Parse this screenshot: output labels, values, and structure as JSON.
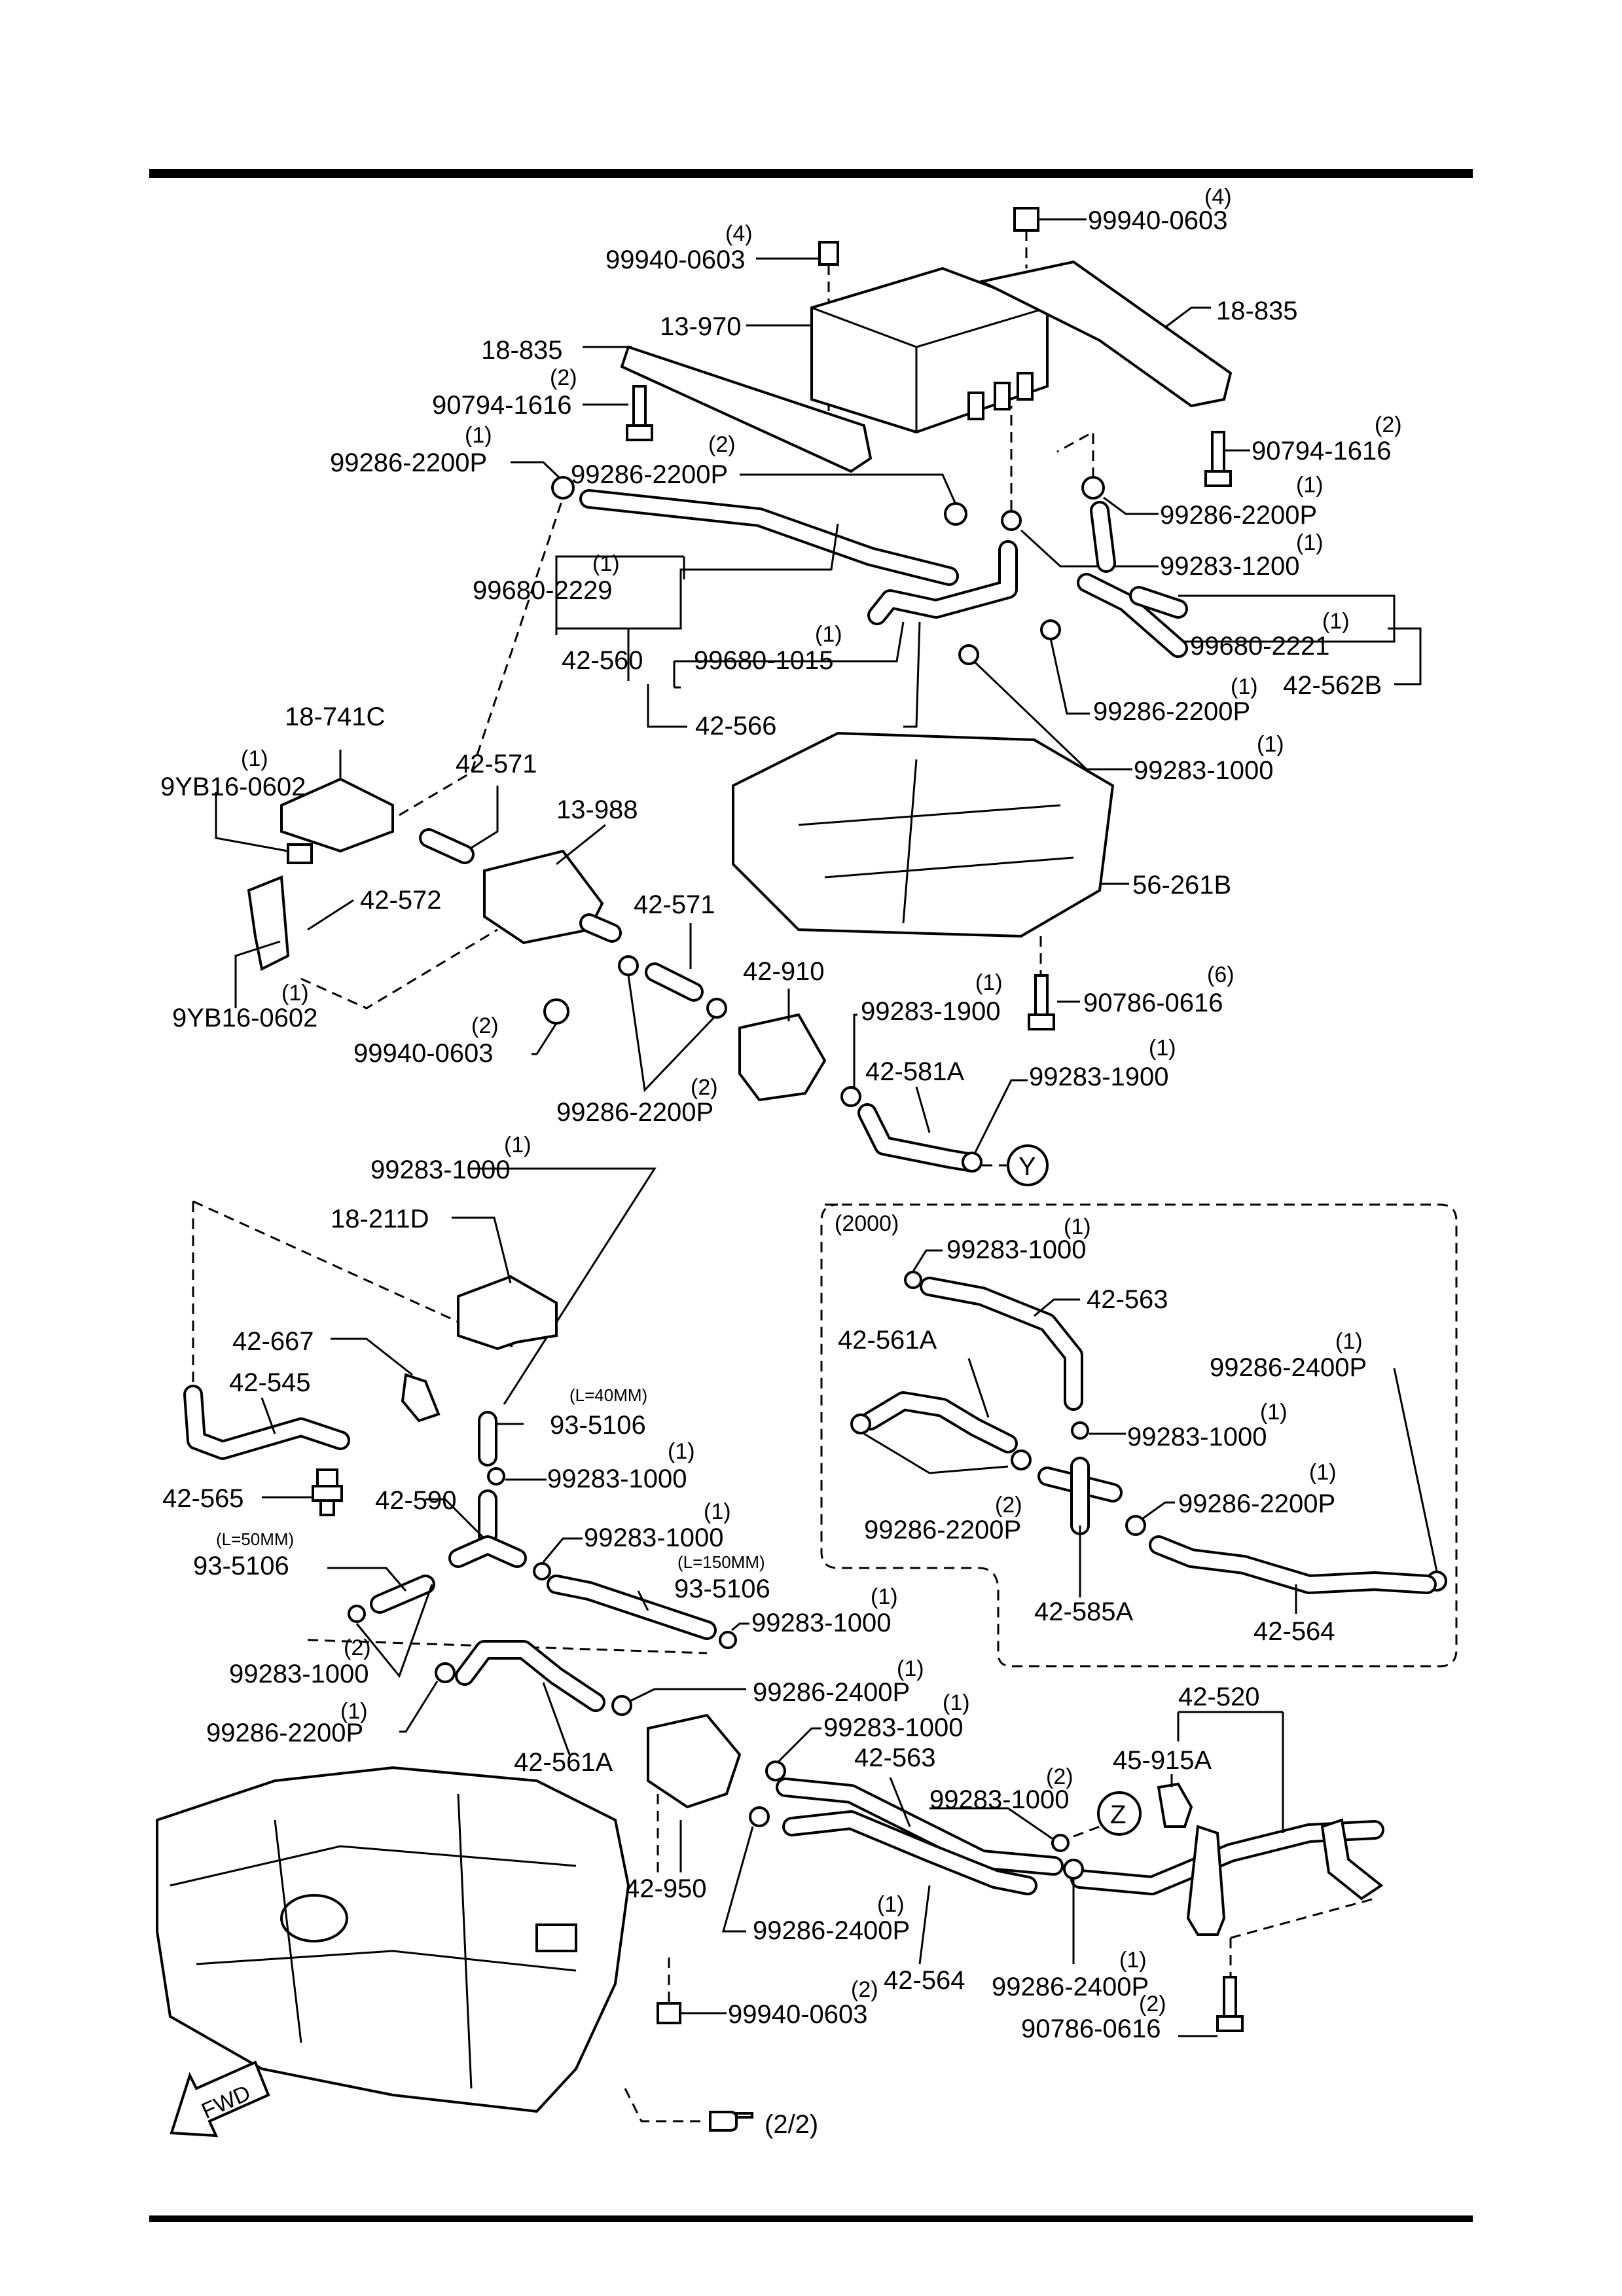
{
  "labels": {
    "nut_top": "99940-0603",
    "nut_top_qty": "(4)",
    "nut_topright": "99940-0603",
    "nut_topright_qty": "(4)",
    "canister": "13-970",
    "bracket_l": "18-835",
    "bracket_r": "18-835",
    "bolt_l": "90794-1616",
    "bolt_l_qty": "(2)",
    "bolt_r": "90794-1616",
    "bolt_r_qty": "(2)",
    "clip_a": "99286-2200P",
    "clip_a_qty": "(1)",
    "clip_b": "99286-2200P",
    "clip_b_qty": "(2)",
    "clip_c": "99286-2200P",
    "clip_c_qty": "(1)",
    "clamp_1200": "99283-1200",
    "clamp_1200_qty": "(1)",
    "hose_2229": "99680-2229",
    "hose_2229_qty": "(1)",
    "hose_560": "42-560",
    "hose_1015": "99680-1015",
    "hose_1015_qty": "(1)",
    "hose_566": "42-566",
    "hose_2221": "99680-2221",
    "hose_2221_qty": "(1)",
    "hose_562b": "42-562B",
    "clip_d": "99286-2200P",
    "clip_d_qty": "(1)",
    "clamp_1000a": "99283-1000",
    "clamp_1000a_qty": "(1)",
    "valve_741c": "18-741C",
    "nut_9yb_a": "9YB16-0602",
    "nut_9yb_a_qty": "(1)",
    "hose_571a": "42-571",
    "filter_988": "13-988",
    "guard_261b": "56-261B",
    "bracket_572": "42-572",
    "hose_571b": "42-571",
    "nut_9yb_b": "9YB16-0602",
    "nut_9yb_b_qty": "(1)",
    "valve_910": "42-910",
    "clamp_1900a": "99283-1900",
    "clamp_1900a_qty": "(1)",
    "bolt_616a": "90786-0616",
    "bolt_616a_qty": "(6)",
    "nut_0603b": "99940-0603",
    "nut_0603b_qty": "(2)",
    "hose_581a": "42-581A",
    "clamp_1900b": "99283-1900",
    "clamp_1900b_qty": "(1)",
    "clip_e": "99286-2200P",
    "clip_e_qty": "(2)",
    "ref_y": "Y",
    "clamp_1000b": "99283-1000",
    "clamp_1000b_qty": "(1)",
    "valve_211d": "18-211D",
    "bracket_667": "42-667",
    "hose_545": "42-545",
    "hose_5106a": "93-5106",
    "hose_5106a_len": "(L=40MM)",
    "hose_565": "42-565",
    "clamp_1000c": "99283-1000",
    "clamp_1000c_qty": "(1)",
    "joint_590": "42-590",
    "clamp_1000d": "99283-1000",
    "clamp_1000d_qty": "(1)",
    "hose_5106b": "93-5106",
    "hose_5106b_len": "(L=50MM)",
    "hose_5106c": "93-5106",
    "hose_5106c_len": "(L=150MM)",
    "clamp_1000e": "99283-1000",
    "clamp_1000e_qty": "(1)",
    "clamp_1000f": "99283-1000",
    "clamp_1000f_qty": "(2)",
    "clip_f": "99286-2200P",
    "clip_f_qty": "(1)",
    "hose_561a_b": "42-561A",
    "clip_g": "99286-2400P",
    "clip_g_qty": "(1)",
    "clamp_1000g": "99283-1000",
    "clamp_1000g_qty": "(1)",
    "hose_563b": "42-563",
    "pump_950": "42-950",
    "clamp_1000h": "99283-1000",
    "clamp_1000h_qty": "(2)",
    "ref_z": "Z",
    "bracket_520": "42-520",
    "bracket_915a": "45-915A",
    "clip_h": "99286-2400P",
    "clip_h_qty": "(1)",
    "hose_564b": "42-564",
    "clip_i": "99286-2400P",
    "clip_i_qty": "(1)",
    "bolt_616b": "90786-0616",
    "bolt_616b_qty": "(2)",
    "nut_0603c": "99940-0603",
    "nut_0603c_qty": "(2)",
    "fwd": "FWD",
    "ref_next": "(2/2)"
  },
  "inset": {
    "title": "(2000)",
    "clamp_1000a": "99283-1000",
    "clamp_1000a_qty": "(1)",
    "hose_563": "42-563",
    "hose_561a": "42-561A",
    "clip_2400": "99286-2400P",
    "clip_2400_qty": "(1)",
    "clamp_1000b": "99283-1000",
    "clamp_1000b_qty": "(1)",
    "clip_2200a": "99286-2200P",
    "clip_2200a_qty": "(1)",
    "clip_2200b": "99286-2200P",
    "clip_2200b_qty": "(2)",
    "joint_585a": "42-585A",
    "hose_564": "42-564"
  }
}
